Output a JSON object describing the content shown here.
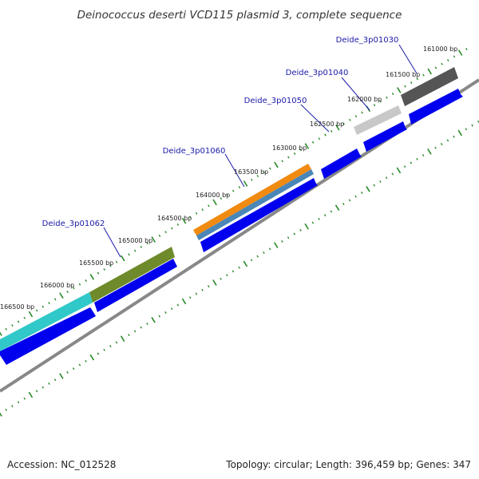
{
  "title": "Deinococcus deserti VCD115 plasmid 3, complete sequence",
  "footer": {
    "accession": "Accession: NC_012528",
    "topology": "Topology: circular; Length: 396,459 bp; Genes: 347"
  },
  "bp_labels": [
    "161000 bp",
    "161500 bp",
    "162000 bp",
    "162500 bp",
    "163000 bp",
    "163500 bp",
    "164000 bp",
    "164500 bp",
    "165000 bp",
    "165500 bp",
    "166000 bp",
    "166500 bp"
  ],
  "gene_labels": [
    "Deide_3p01030",
    "Deide_3p01040",
    "Deide_3p01050",
    "Deide_3p01060",
    "Deide_3p01062"
  ],
  "colors": {
    "cds": "#0000ee",
    "backbone": "#888888",
    "ticks": "#2a8a2a",
    "gene_label": "#1a1aa8",
    "feature_3p01030": "#555555",
    "feature_3p01040": "#c8c8c8",
    "feature_3p01060_outer": "#f08a10",
    "feature_3p01060_inner": "#4a86b8",
    "feature_3p01062_olive": "#6e8a2a",
    "feature_3p01062_cyan": "#30c8c8"
  }
}
